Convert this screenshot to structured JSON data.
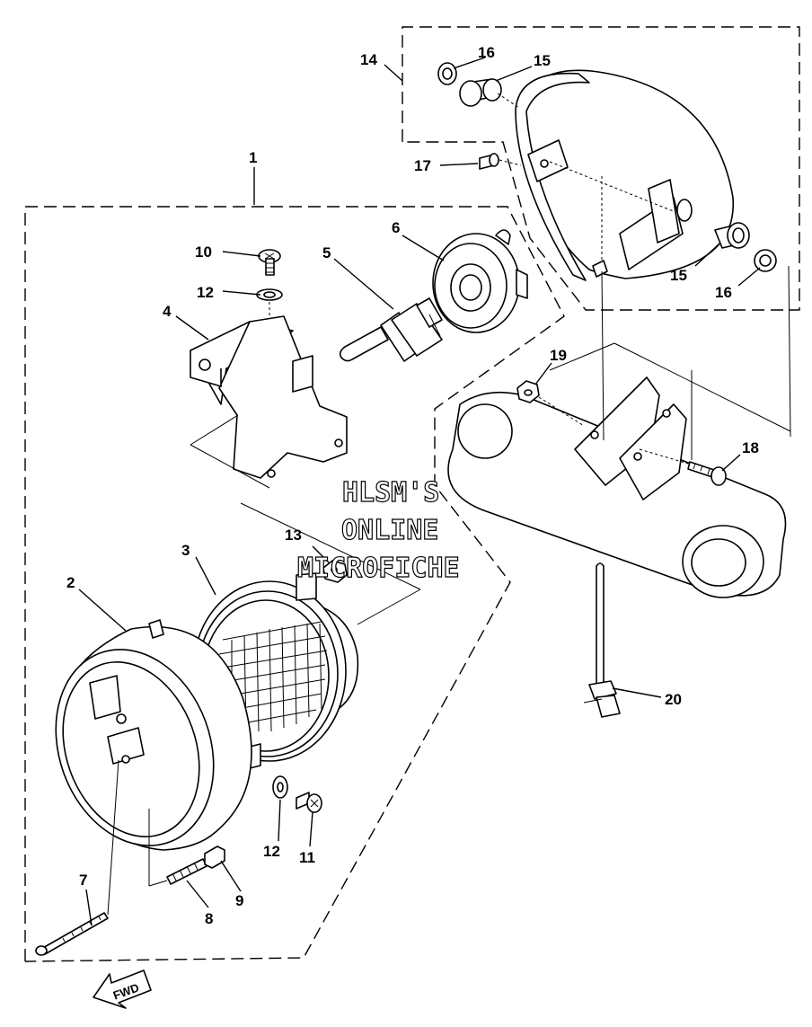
{
  "diagram": {
    "callouts": [
      "1",
      "2",
      "3",
      "4",
      "5",
      "6",
      "7",
      "8",
      "9",
      "10",
      "11",
      "12",
      "12",
      "13",
      "14",
      "15",
      "15",
      "16",
      "16",
      "17",
      "18",
      "19",
      "20"
    ],
    "watermark": [
      "HLSM'S",
      "ONLINE",
      "MICROFICHE"
    ],
    "direction_badge": "FWD"
  }
}
